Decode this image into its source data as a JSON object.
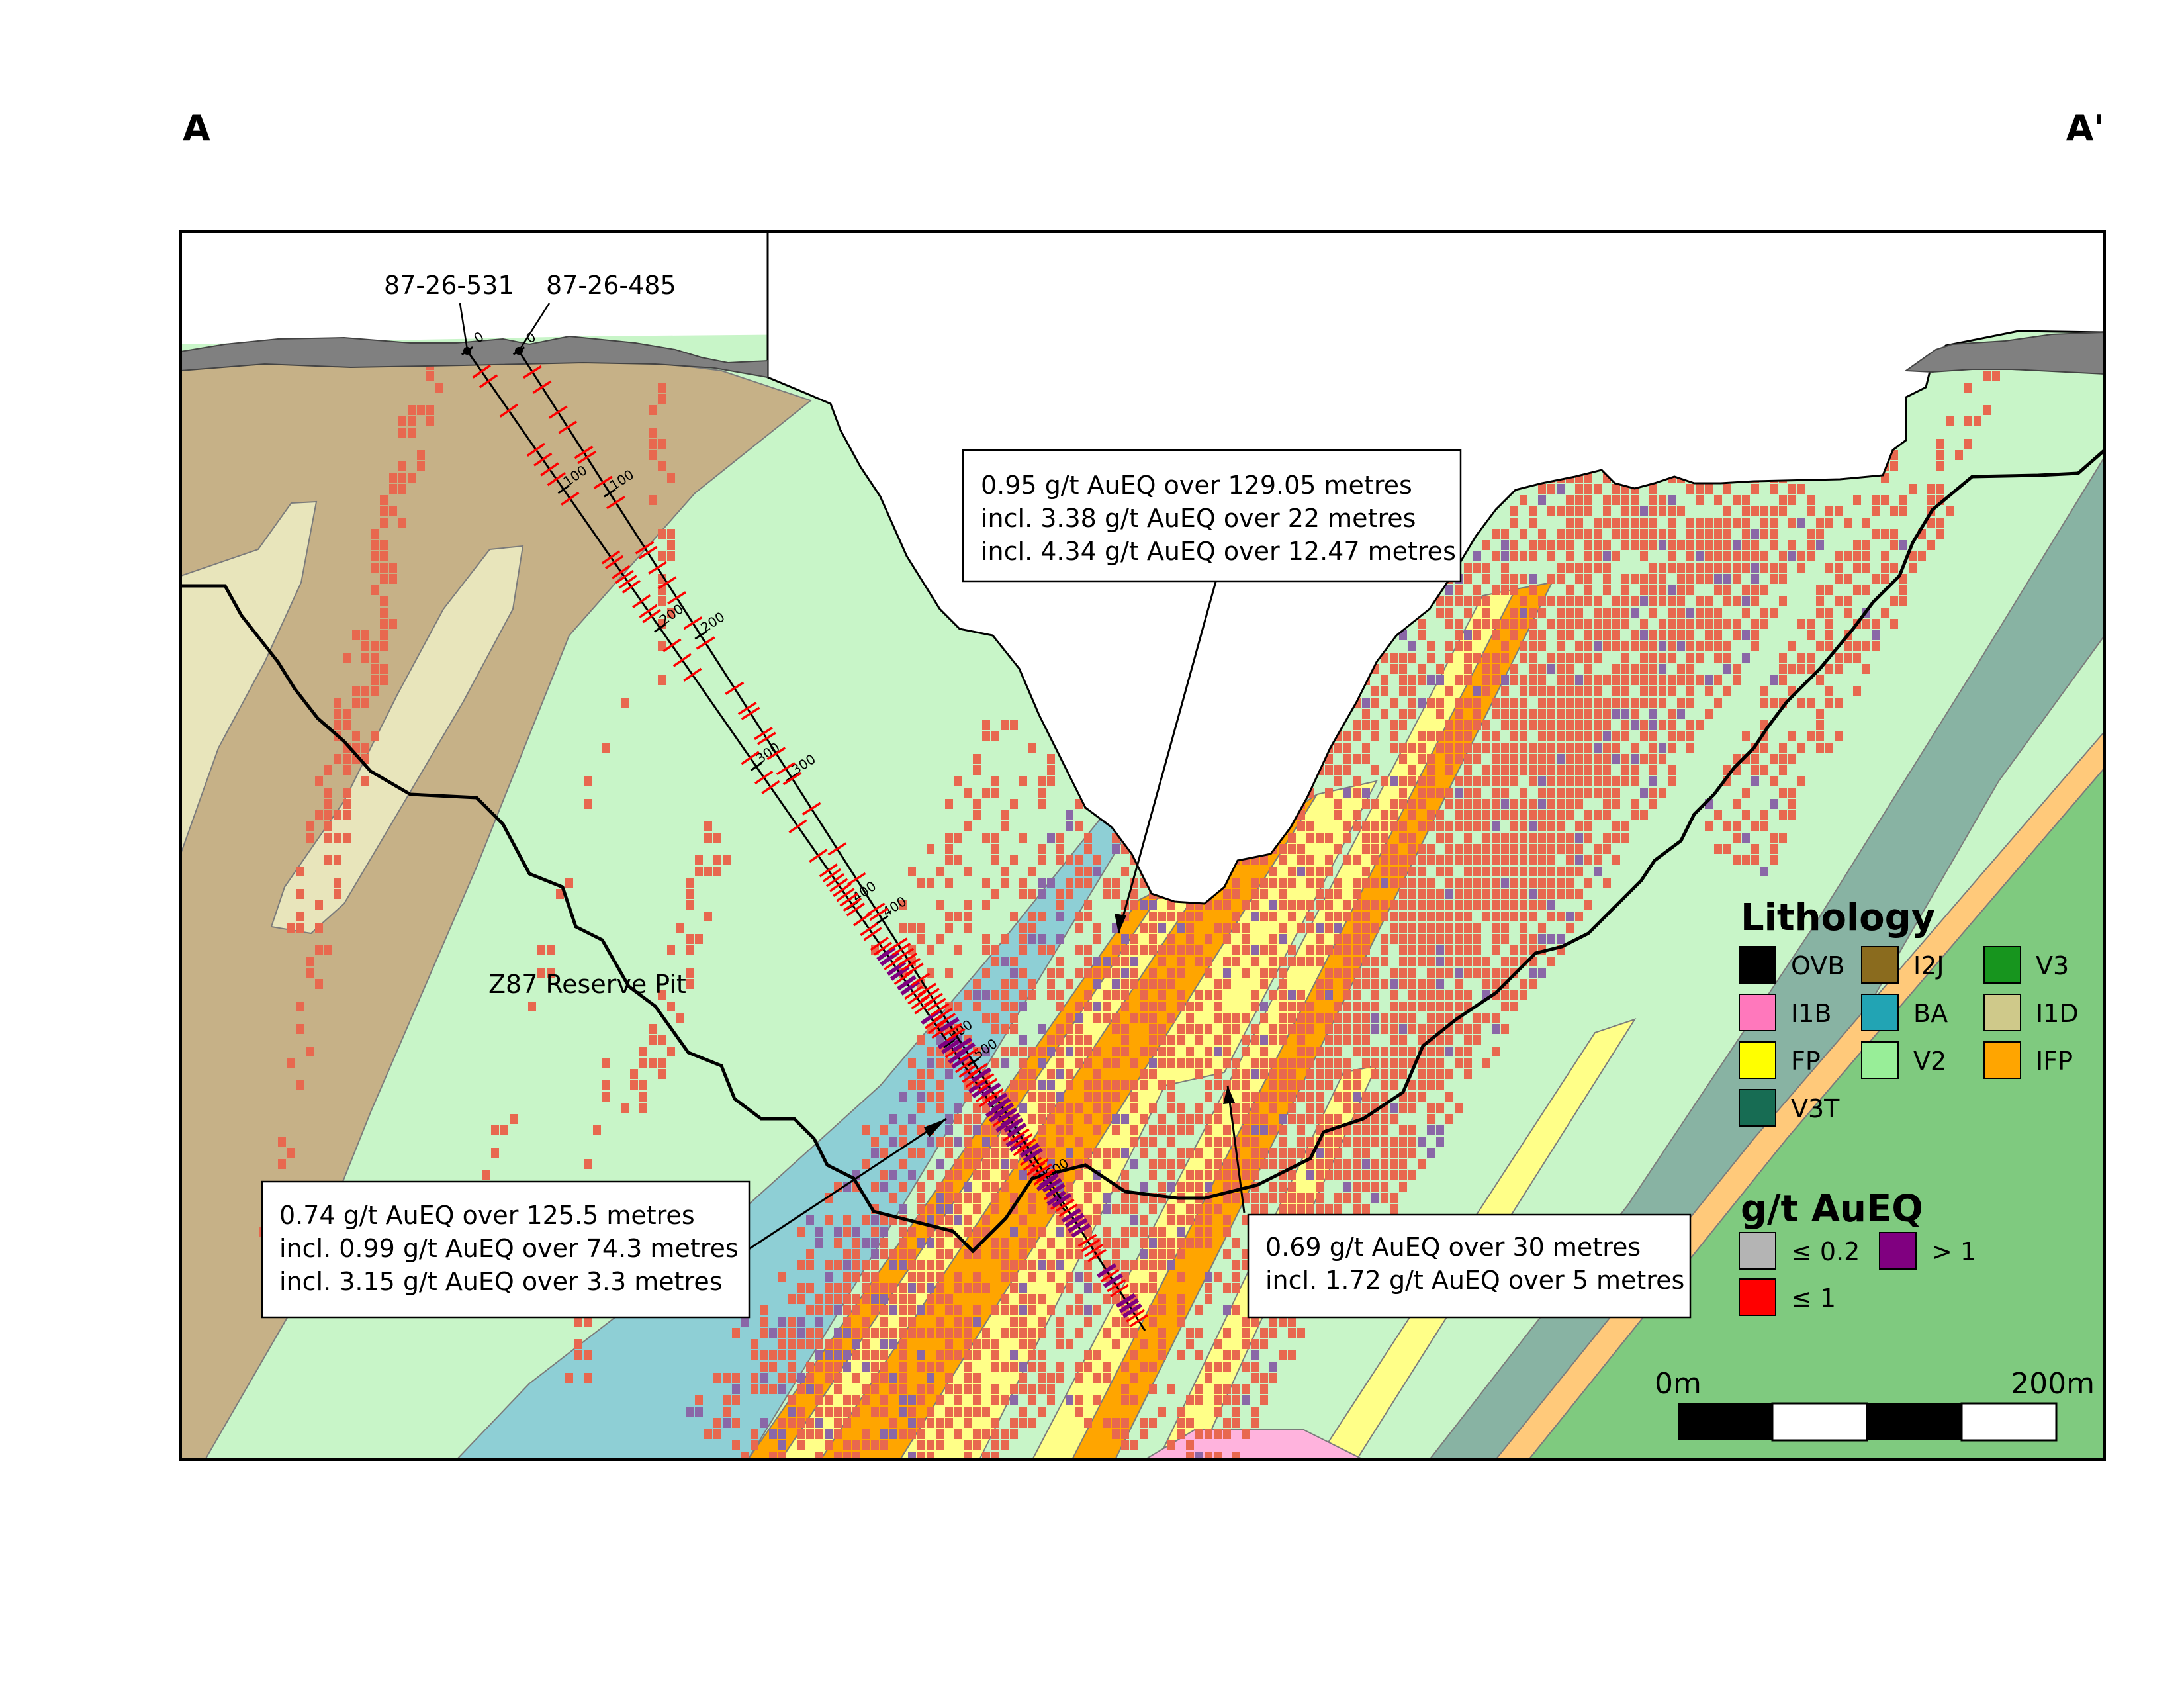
{
  "section": {
    "start_label": "A",
    "end_label": "A'",
    "pit_label": "Z87 Reserve Pit"
  },
  "drillholes": [
    {
      "name": "87-26-531",
      "depth_ticks": [
        "0",
        "100",
        "200",
        "300",
        "400",
        "500",
        "600"
      ]
    },
    {
      "name": "87-26-485",
      "depth_ticks": [
        "0",
        "100",
        "200",
        "300",
        "400",
        "500"
      ]
    }
  ],
  "callouts": [
    {
      "lines": [
        "0.95 g/t AuEQ over 129.05 metres",
        "incl. 3.38 g/t AuEQ over 22 metres",
        "incl. 4.34 g/t AuEQ over 12.47 metres"
      ]
    },
    {
      "lines": [
        "0.74 g/t AuEQ over 125.5 metres",
        "incl. 0.99 g/t AuEQ over 74.3 metres",
        "incl. 3.15 g/t AuEQ over 3.3 metres"
      ]
    },
    {
      "lines": [
        "0.69 g/t AuEQ over 30 metres",
        "incl. 1.72 g/t AuEQ over 5 metres"
      ]
    }
  ],
  "legend": {
    "lithology_title": "Lithology",
    "lithology": [
      {
        "code": "OVB",
        "color": "#000000"
      },
      {
        "code": "I2J",
        "color": "#8a6b1e"
      },
      {
        "code": "V3",
        "color": "#17951e"
      },
      {
        "code": "I1B",
        "color": "#ff78bc"
      },
      {
        "code": "BA",
        "color": "#22a4b4"
      },
      {
        "code": "I1D",
        "color": "#cfc98a"
      },
      {
        "code": "FP",
        "color": "#ffff00"
      },
      {
        "code": "V2",
        "color": "#98ee98"
      },
      {
        "code": "IFP",
        "color": "#ffa500"
      },
      {
        "code": "V3T",
        "color": "#176c53"
      }
    ],
    "grade_title": "g/t AuEQ",
    "grades": [
      {
        "label": "≤ 0.2",
        "color": "#b4b4b4"
      },
      {
        "label": "> 1",
        "color": "#800080"
      },
      {
        "label": "≤ 1",
        "color": "#ff0000"
      }
    ]
  },
  "scale_bar": {
    "start_label": "0m",
    "end_label": "200m"
  },
  "colors": {
    "v2_fill": "#c8f5c8",
    "i2j_fill": "#c6b187",
    "i1d_fill": "#e8e5bb",
    "ba_fill": "#8ecfd5",
    "fp_fill": "#ffff88",
    "ifp_fill": "#ffa500",
    "v3t_fill": "#88b3a3",
    "v3_fill": "#7fca7f",
    "i1b_fill": "#ffb3dd",
    "overburden": "#808080",
    "block": "#e8684f",
    "block_high": "#8a67a7",
    "assay_red": "#ff0000",
    "assay_purple": "#800080"
  }
}
